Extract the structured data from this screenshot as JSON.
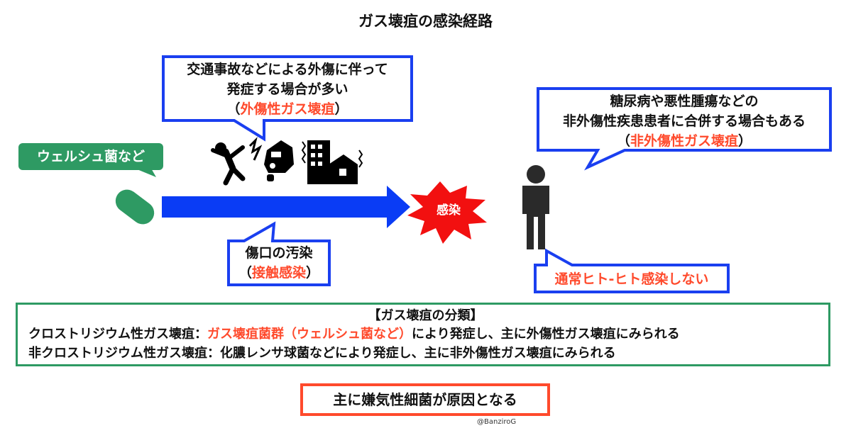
{
  "title": "ガス壊疽の感染経路",
  "bacteria_tag": "ウェルシュ菌など",
  "trauma_callout": {
    "line1": "交通事故などによる外傷に伴って",
    "line2": "発症する場合が多い",
    "open": "（",
    "highlight": "外傷性ガス壊疽",
    "close": "）"
  },
  "non_trauma_callout": {
    "line1": "糖尿病や悪性腫瘍などの",
    "line2": "非外傷性疾患患者に合併する場合もある",
    "open": "（",
    "highlight": "非外傷性ガス壊疽",
    "close": "）"
  },
  "contamination_callout": {
    "line1": "傷口の汚染",
    "open": "（",
    "highlight": "接触感染",
    "close": "）"
  },
  "infection_label": "感染",
  "no_transmission": "通常ヒト-ヒト感染しない",
  "classification": {
    "heading": "【ガス壊疽の分類】",
    "rows": [
      {
        "label": "クロストリジウム性ガス壊疽：",
        "highlight": "ガス壊疽菌群（ウェルシュ菌など）",
        "rest": "により発症し、主に外傷性ガス壊疽にみられる"
      },
      {
        "label": "非クロストリジウム性ガス壊疽：",
        "highlight": "",
        "rest": "化膿レンサ球菌などにより発症し、主に非外傷性ガス壊疽にみられる"
      }
    ]
  },
  "cause_label": "主に嫌気性細菌が原因となる",
  "credit": "@BanziroG",
  "icons": [
    "falling-person-icon",
    "car-crash-icon",
    "building-collapse-icon",
    "bacterium-icon",
    "person-icon",
    "infection-burst-icon"
  ],
  "colors": {
    "accent_red": "#ff4a2c",
    "callout_blue": "#1a3ff0",
    "arrow_blue": "#0a3cf5",
    "green": "#2e9a63"
  }
}
